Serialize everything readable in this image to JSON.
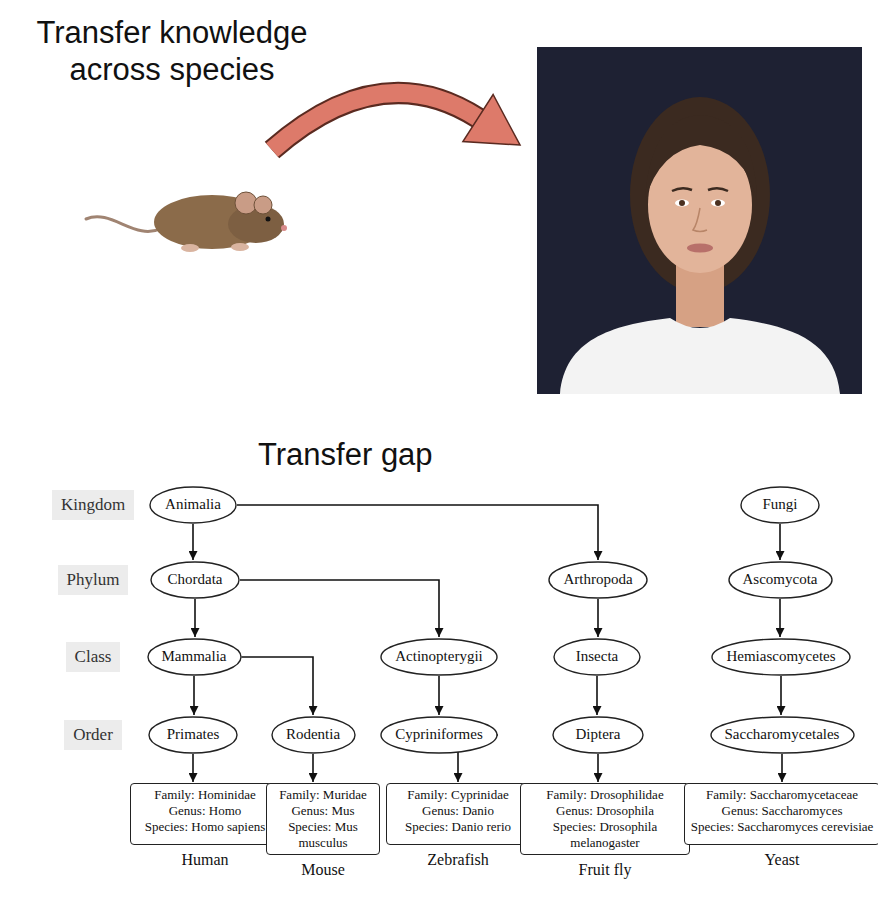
{
  "diagram": {
    "title": "Transfer knowledge across species",
    "nodes": [
      {
        "text": [
          "Kingdom"
        ]
      },
      {
        "text": [
          "Animalia"
        ]
      },
      {
        "text": [
          "Fungi"
        ]
      },
      {
        "text": [
          "Phylum"
        ]
      },
      {
        "text": [
          "Chordata"
        ]
      },
      {
        "text": [
          "Arthropoda"
        ]
      },
      {
        "text": [
          "Ascomycota"
        ]
      },
      {
        "text": [
          "Class"
        ]
      },
      {
        "text": [
          "Mammalia"
        ]
      },
      {
        "text": [
          "Actinopterygii"
        ]
      },
      {
        "text": [
          "Insecta"
        ]
      },
      {
        "text": [
          "Hemiascomycetes"
        ]
      },
      {
        "text": [
          "Order"
        ]
      },
      {
        "text": [
          "Primates"
        ]
      },
      {
        "text": [
          "Rodentia"
        ]
      },
      {
        "text": [
          "Cypriniformes"
        ]
      },
      {
        "text": [
          "Diptera"
        ]
      },
      {
        "text": [
          "Saccharomycetales"
        ]
      },
      {
        "text": [
          "Family: Hominidae",
          "Genus: Homo",
          "Species: Homo sapiens",
          "Human"
        ]
      },
      {
        "text": [
          "Family: Muridae",
          "Genus: Mus",
          "Species: Mus musculus",
          "Mouse"
        ]
      },
      {
        "text": [
          "Family: Cyprinidae",
          "Genus: Danio",
          "Species: Danio rerio",
          "Zebrafish"
        ]
      },
      {
        "text": [
          "Family: Drosophilidae",
          "Genus: Drosophila",
          "Species: Drosophila melanogaster",
          "Fruit fly"
        ]
      },
      {
        "text": [
          "Family: Saccharomycetaceae",
          "Genus: Saccharomyces",
          "Species: Saccharomyces cerevisiae",
          "Yeast"
        ]
      }
    ],
    "edges": [
      {
        "from": 1,
        "to": 4,
        "arrow": "to"
      },
      {
        "from": 1,
        "to": 5,
        "arrow": "to"
      },
      {
        "from": 2,
        "to": 6,
        "arrow": "to"
      },
      {
        "from": 4,
        "to": 8,
        "arrow": "to"
      },
      {
        "from": 4,
        "to": 9,
        "arrow": "to"
      },
      {
        "from": 5,
        "to": 10,
        "arrow": "to"
      },
      {
        "from": 6,
        "to": 11,
        "arrow": "to"
      },
      {
        "from": 8,
        "to": 13,
        "arrow": "to"
      },
      {
        "from": 8,
        "to": 14,
        "arrow": "to"
      },
      {
        "from": 9,
        "to": 15,
        "arrow": "to"
      },
      {
        "from": 10,
        "to": 16,
        "arrow": "to"
      },
      {
        "from": 11,
        "to": 17,
        "arrow": "to"
      },
      {
        "from": 13,
        "to": 18,
        "arrow": "to"
      },
      {
        "from": 14,
        "to": 19,
        "arrow": "to"
      },
      {
        "from": 15,
        "to": 20,
        "arrow": "to"
      },
      {
        "from": 16,
        "to": 21,
        "arrow": "to"
      },
      {
        "from": 17,
        "to": 22,
        "arrow": "to"
      }
    ],
    "labels": [
      "Transfer gap"
    ]
  }
}
